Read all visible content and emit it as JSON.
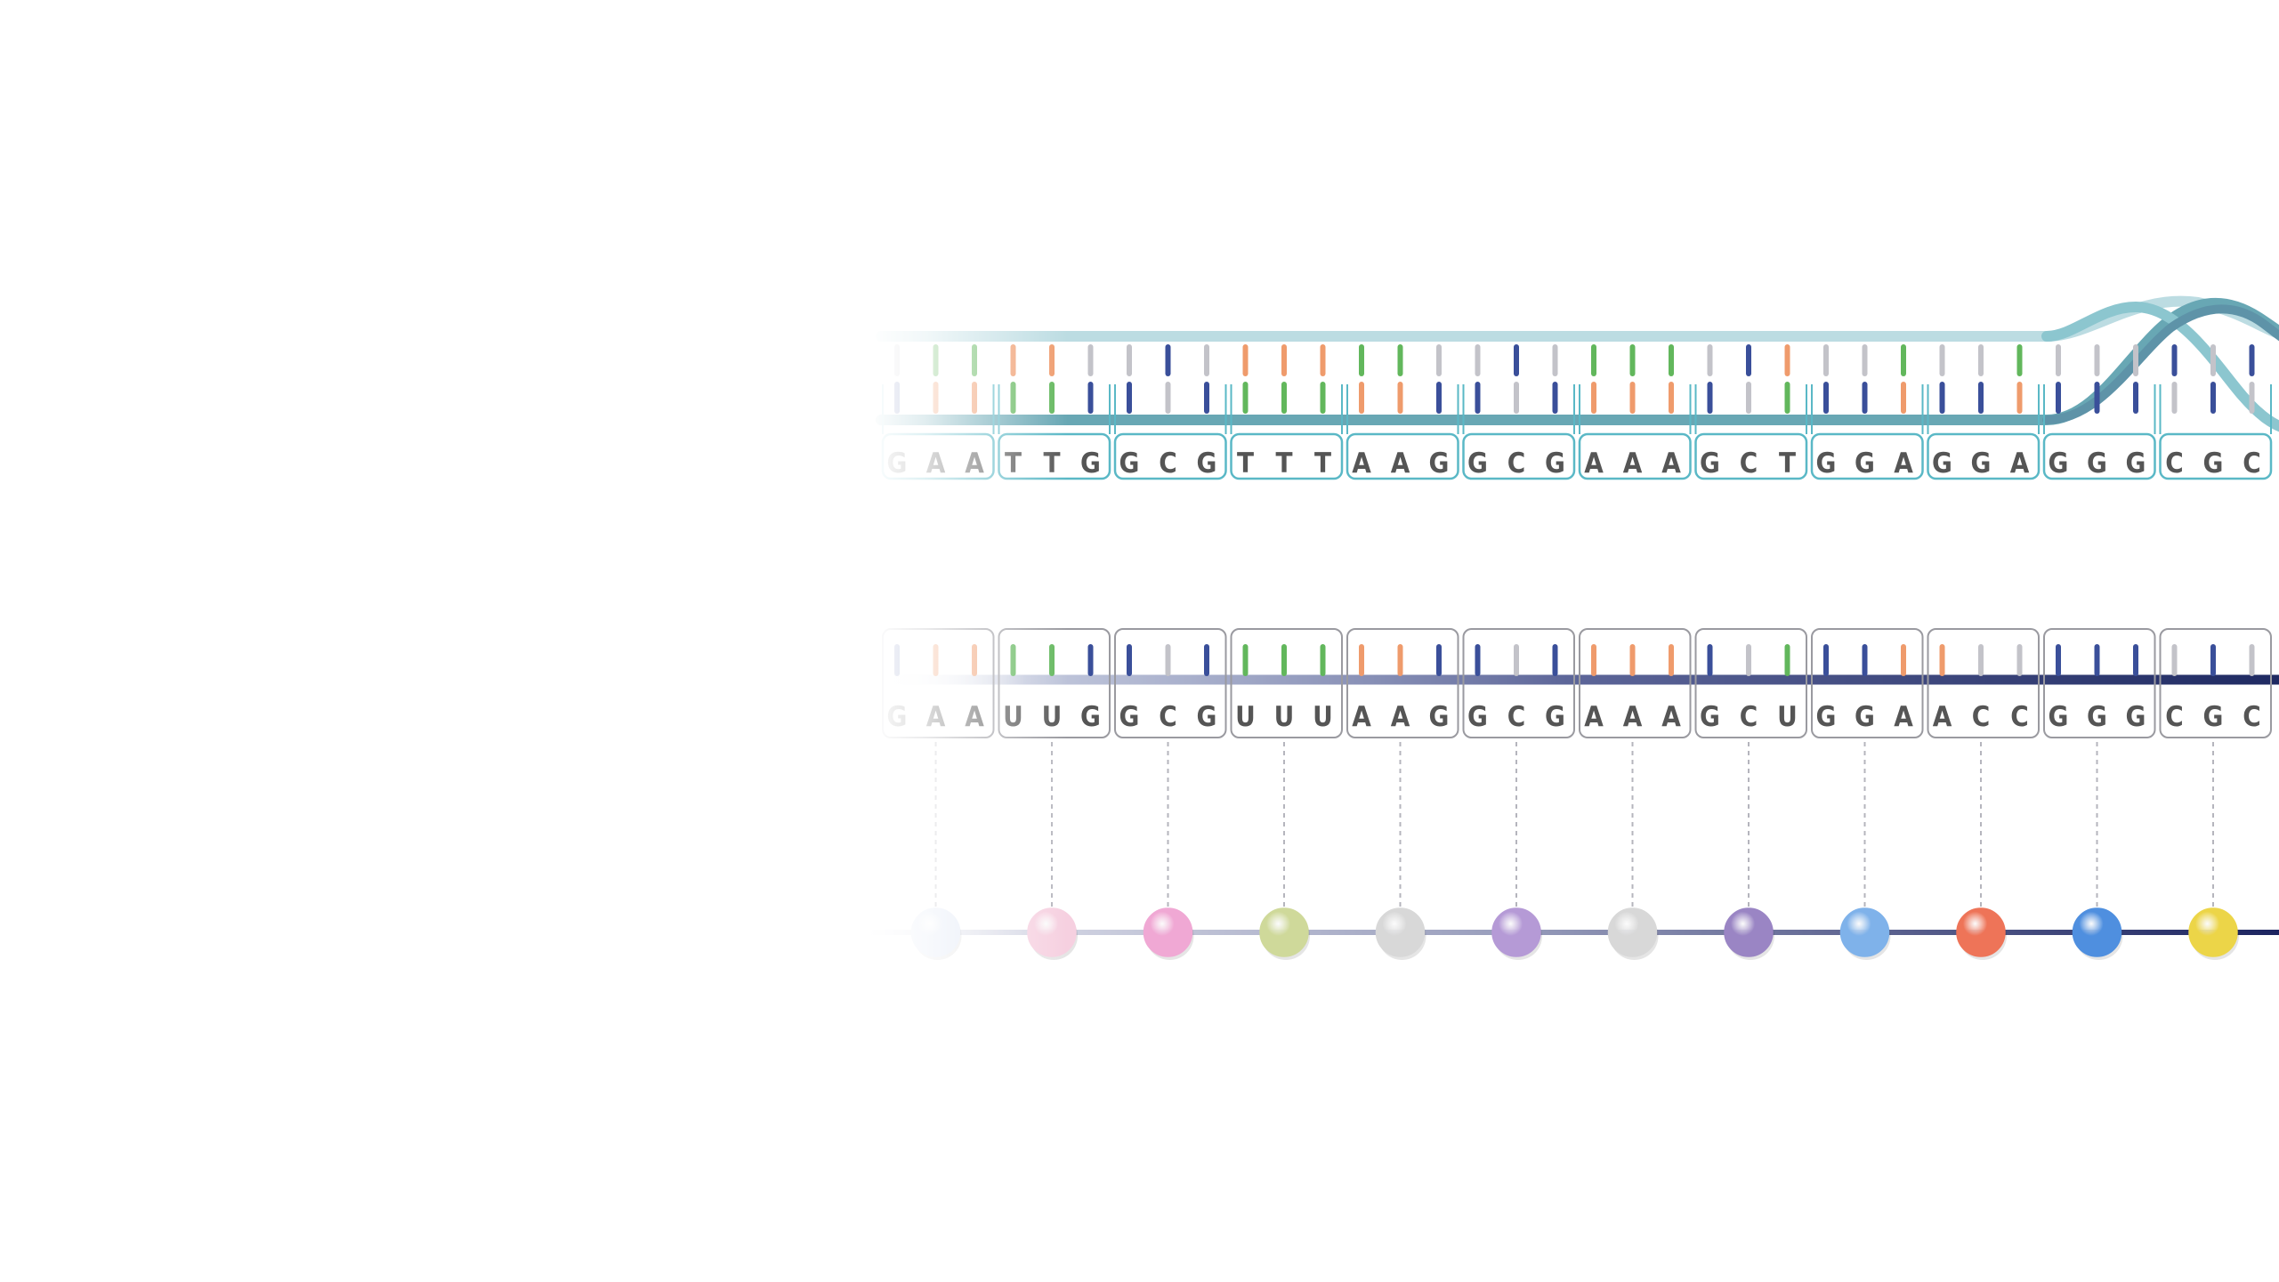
{
  "dna_codons": [
    "GAA",
    "TTG",
    "GCG",
    "TTT",
    "AAG",
    "GCG",
    "AAA",
    "GCT",
    "GGA",
    "GGA",
    "GGG",
    "CGC"
  ],
  "rna_codons": [
    "GAA",
    "UUG",
    "GCG",
    "UUU",
    "AAG",
    "GCG",
    "AAA",
    "GCU",
    "GGA",
    "ACC",
    "GGG",
    "CGC"
  ],
  "amino_acid_colors": [
    "#dde5f4",
    "#f6d0e0",
    "#f0a8d4",
    "#cfd99a",
    "#d8d8d8",
    "#b59ad6",
    "#d8d8d8",
    "#9a85c4",
    "#7fb2ea",
    "#ee7458",
    "#4f8fdf",
    "#ecd548"
  ],
  "colors": {
    "A": "#ef9b6c",
    "T": "#62b75c",
    "U": "#62b75c",
    "G": "#3a4f9a",
    "C": "#c3c3c9",
    "dna_backbone": "#68a7b4",
    "dna_box": "#5ab8c6",
    "mrna_backbone": "#252e66",
    "mrna_box": "#9a9aa0",
    "protein_chain": "#252e66",
    "letter": "#555555"
  }
}
